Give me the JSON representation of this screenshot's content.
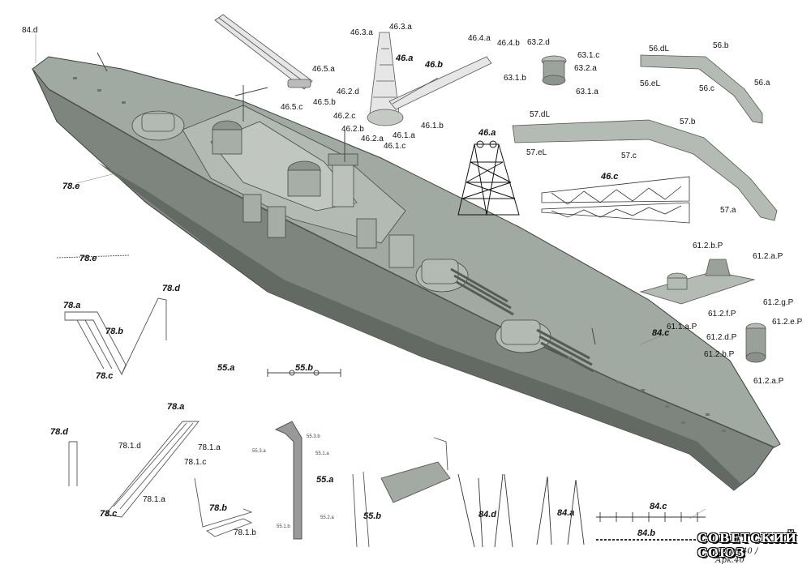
{
  "labels": {
    "l84d_top": "84.d",
    "l78e_hull": "78.e",
    "l78e": "78.e",
    "l78a": "78.a",
    "l78b": "78.b",
    "l78c": "78.c",
    "l78d": "78.d",
    "l55a": "55.a",
    "l55b": "55.b",
    "l465a": "46.5.a",
    "l465b": "46.5.b",
    "l465c": "46.5.c",
    "l463a": "46.3.a",
    "l463a2": "46.3.a",
    "l46a": "46.a",
    "l46b": "46.b",
    "l464a": "46.4.a",
    "l464b": "46.4.b",
    "l462d": "46.2.d",
    "l462c": "46.2.c",
    "l462b": "46.2.b",
    "l462a": "46.2.a",
    "l461a": "46.1.a",
    "l461b": "46.1.b",
    "l461c": "46.1.c",
    "l632d": "63.2.d",
    "l631c": "63.1.c",
    "l632a": "63.2.a",
    "l631b": "63.1.b",
    "l631a": "63.1.a",
    "l56dL": "56.dL",
    "l56b": "56.b",
    "l56eL": "56.eL",
    "l56c": "56.c",
    "l56a": "56.a",
    "l57dL": "57.dL",
    "l57b": "57.b",
    "l57eL": "57.eL",
    "l57c": "57.c",
    "l57a": "57.a",
    "l46a_det": "46.a",
    "l46c": "46.c",
    "l612bP": "61.2.b.P",
    "l612aP": "61.2.a.P",
    "l611aP": "61.1.a.P",
    "l612fP": "61.2.f.P",
    "l612gP": "61.2.g.P",
    "l612eP": "61.2.e.P",
    "l612dP": "61.2.d.P",
    "l612bP2": "61.2.b.P",
    "l612aP2": "61.2.a.P",
    "l84c_hull": "84.c",
    "l78a_b": "78.a",
    "l781d": "78.1.d",
    "l781a": "78.1.a",
    "l781c": "78.1.c",
    "l78d_b": "78.d",
    "l78c_b": "78.c",
    "l781a2": "78.1.a",
    "l78b_b": "78.b",
    "l781b": "78.1.b",
    "l553b": "55.3.b",
    "l553a": "55.3.a",
    "l551a": "55.1.a",
    "l55a_b": "55.a",
    "l551b": "55.1.b",
    "l552a": "55.2.a",
    "l55b_b": "55.b",
    "l84d": "84.d",
    "l84a": "84.a",
    "l84c": "84.c",
    "l84b": "84.b"
  },
  "logo": {
    "title": "СОВЕТСКИЙ СОЮЗ",
    "sheet": "Лист 40 / Арк.40"
  },
  "colors": {
    "deck": "#9aa39b",
    "hull": "#7b837c",
    "hull_dark": "#5c635d",
    "superstructure": "#a9b1a9",
    "outline": "#3a3f3b"
  }
}
